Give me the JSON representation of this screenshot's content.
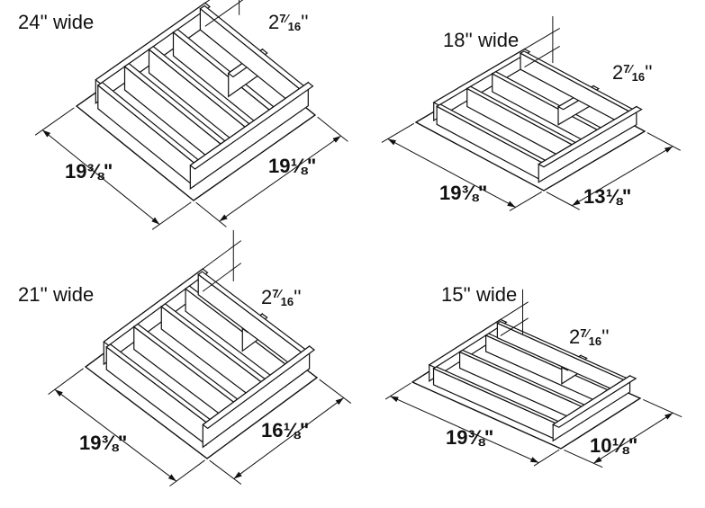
{
  "panels": [
    {
      "title": "24'' wide",
      "height": {
        "whole": "2",
        "num": "7",
        "den": "16",
        "unit": "''"
      },
      "depth": "19⅜\"",
      "width": "19⅛\""
    },
    {
      "title": "18'' wide",
      "height": {
        "whole": "2",
        "num": "7",
        "den": "16",
        "unit": "''"
      },
      "depth": "19⅜\"",
      "width": "13⅛\""
    },
    {
      "title": "21'' wide",
      "height": {
        "whole": "2",
        "num": "7",
        "den": "16",
        "unit": "''"
      },
      "depth": "19⅜\"",
      "width": "16⅛\""
    },
    {
      "title": "15'' wide",
      "height": {
        "whole": "2",
        "num": "7",
        "den": "16",
        "unit": "''"
      },
      "depth": "19⅜\"",
      "width": "10⅛\""
    }
  ]
}
